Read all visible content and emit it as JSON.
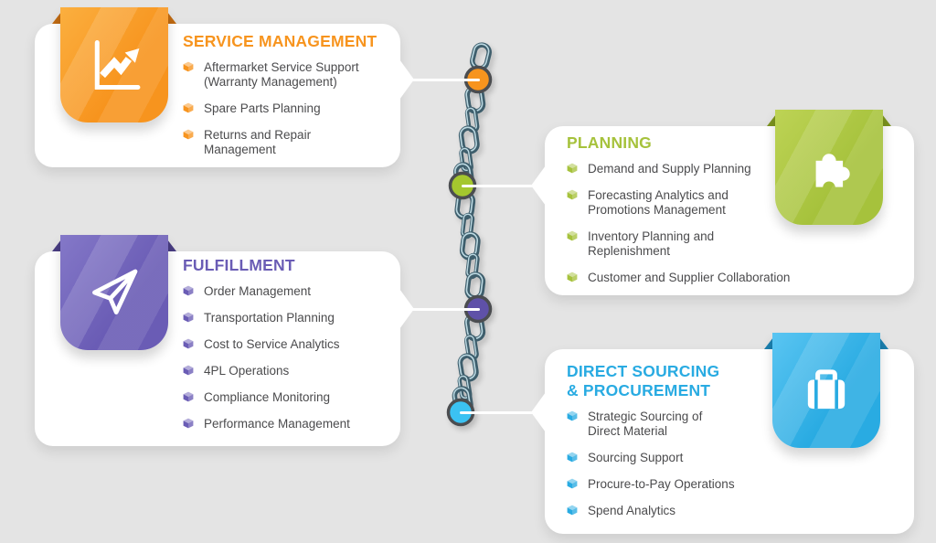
{
  "background_color": "#e4e4e4",
  "text_color": "#4b4b4d",
  "cards": [
    {
      "id": "service-management",
      "title": "SERVICE MANAGEMENT",
      "icon": "line-chart-icon",
      "accent": "#f7941e",
      "accent_light": "#fbaf3f",
      "accent_dark": "#c06a11",
      "items": [
        "Aftermarket Service Support\n(Warranty Management)",
        "Spare Parts Planning",
        "Returns and Repair\nManagement"
      ]
    },
    {
      "id": "planning",
      "title": "PLANNING",
      "icon": "puzzle-piece-icon",
      "accent": "#a6c23c",
      "accent_light": "#bdd355",
      "accent_dark": "#7b931f",
      "items": [
        "Demand and Supply Planning",
        "Forecasting Analytics and\nPromotions Management",
        "Inventory Planning and\nReplenishment",
        "Customer and Supplier Collaboration"
      ]
    },
    {
      "id": "fulfillment",
      "title": "FULFILLMENT",
      "icon": "paper-plane-icon",
      "accent": "#6a5cb5",
      "accent_light": "#8478c8",
      "accent_dark": "#483c82",
      "items": [
        "Order Management",
        "Transportation Planning",
        "Cost to Service Analytics",
        "4PL Operations",
        "Compliance Monitoring",
        "Performance Management"
      ]
    },
    {
      "id": "direct-sourcing-procurement",
      "title": "DIRECT SOURCING\n& PROCUREMENT",
      "icon": "briefcase-icon",
      "accent": "#29abe2",
      "accent_light": "#5ac5f2",
      "accent_dark": "#1a7fae",
      "items": [
        "Strategic Sourcing of\nDirect Material",
        "Sourcing Support",
        "Procure-to-Pay Operations",
        "Spend Analytics"
      ]
    }
  ],
  "chain": {
    "metal_dark": "#3e5e6c",
    "metal_light": "#bcd9e2",
    "ring_color": "#4b4d50",
    "nodes": [
      {
        "for": "service-management",
        "color": "#f7941e"
      },
      {
        "for": "planning",
        "color": "#a4c72e"
      },
      {
        "for": "fulfillment",
        "color": "#5f51a8"
      },
      {
        "for": "direct-sourcing-procurement",
        "color": "#3bc2f2"
      }
    ]
  }
}
